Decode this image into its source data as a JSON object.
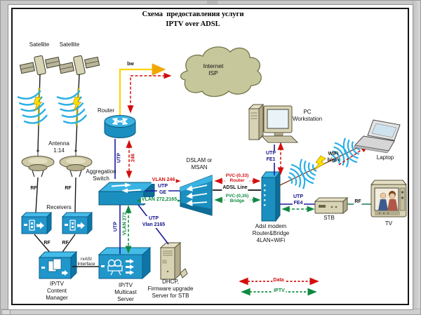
{
  "title": "Схема  предоставления услуги\nIPTV over ADSL",
  "labels": {
    "satellite": "Satellite",
    "antenna": "Antenna\n1:14",
    "rf": "RF",
    "receivers": "Receivers",
    "content_manager": "IP/TV\nContent\nManager",
    "rxasi_interface": "rxASI\nInterface",
    "multicast_server": "IP/TV\nMulticast\nServer",
    "dhcp_server": "DHCP,\nFirmware upgrade\nServer for STB",
    "router": "Router",
    "aggregation_switch": "Aggregation\nSwitch",
    "internet": "Internet\nISP",
    "bw": "bw",
    "utp": "UTP",
    "v246": "246",
    "vlan246": "VLAN 246",
    "utp_ge": "UTP\nGE",
    "vlan272_2165": "VLAN 272,2165",
    "vlan272": "VLAN 272",
    "utp_vlan2165": "UTP\nVlan 2165",
    "dslam": "DSLAM or\nMSAN",
    "pvc_router": "PVC-(0,33)\nRouter",
    "adsl_line": "ADSL Line",
    "pvc_bridge": "PVC-(0,35)\nBridge",
    "adsl_modem": "Adsl modem\nRouter&Bridge\n4LAN+WiFi",
    "pc_workstation": "PC\nWorkstation",
    "utp_fe1": "UTP\nFE1",
    "wifi": "WiFi\nb/g/n",
    "laptop": "Laptop",
    "utp_fe4": "UTP\nFE4",
    "stb": "STB",
    "tv": "TV"
  },
  "legend": {
    "data": "Data",
    "iptv": "IPTV"
  },
  "colors": {
    "data_red": "#d40e0e",
    "iptv_green": "#0f8a40",
    "utp_blue": "#10108c",
    "internet_yellow": "#ffd400",
    "cisco_blue": "#1b8fc0",
    "cloud_khaki": "#c6c79b",
    "device_tan": "#d9d3b5"
  }
}
